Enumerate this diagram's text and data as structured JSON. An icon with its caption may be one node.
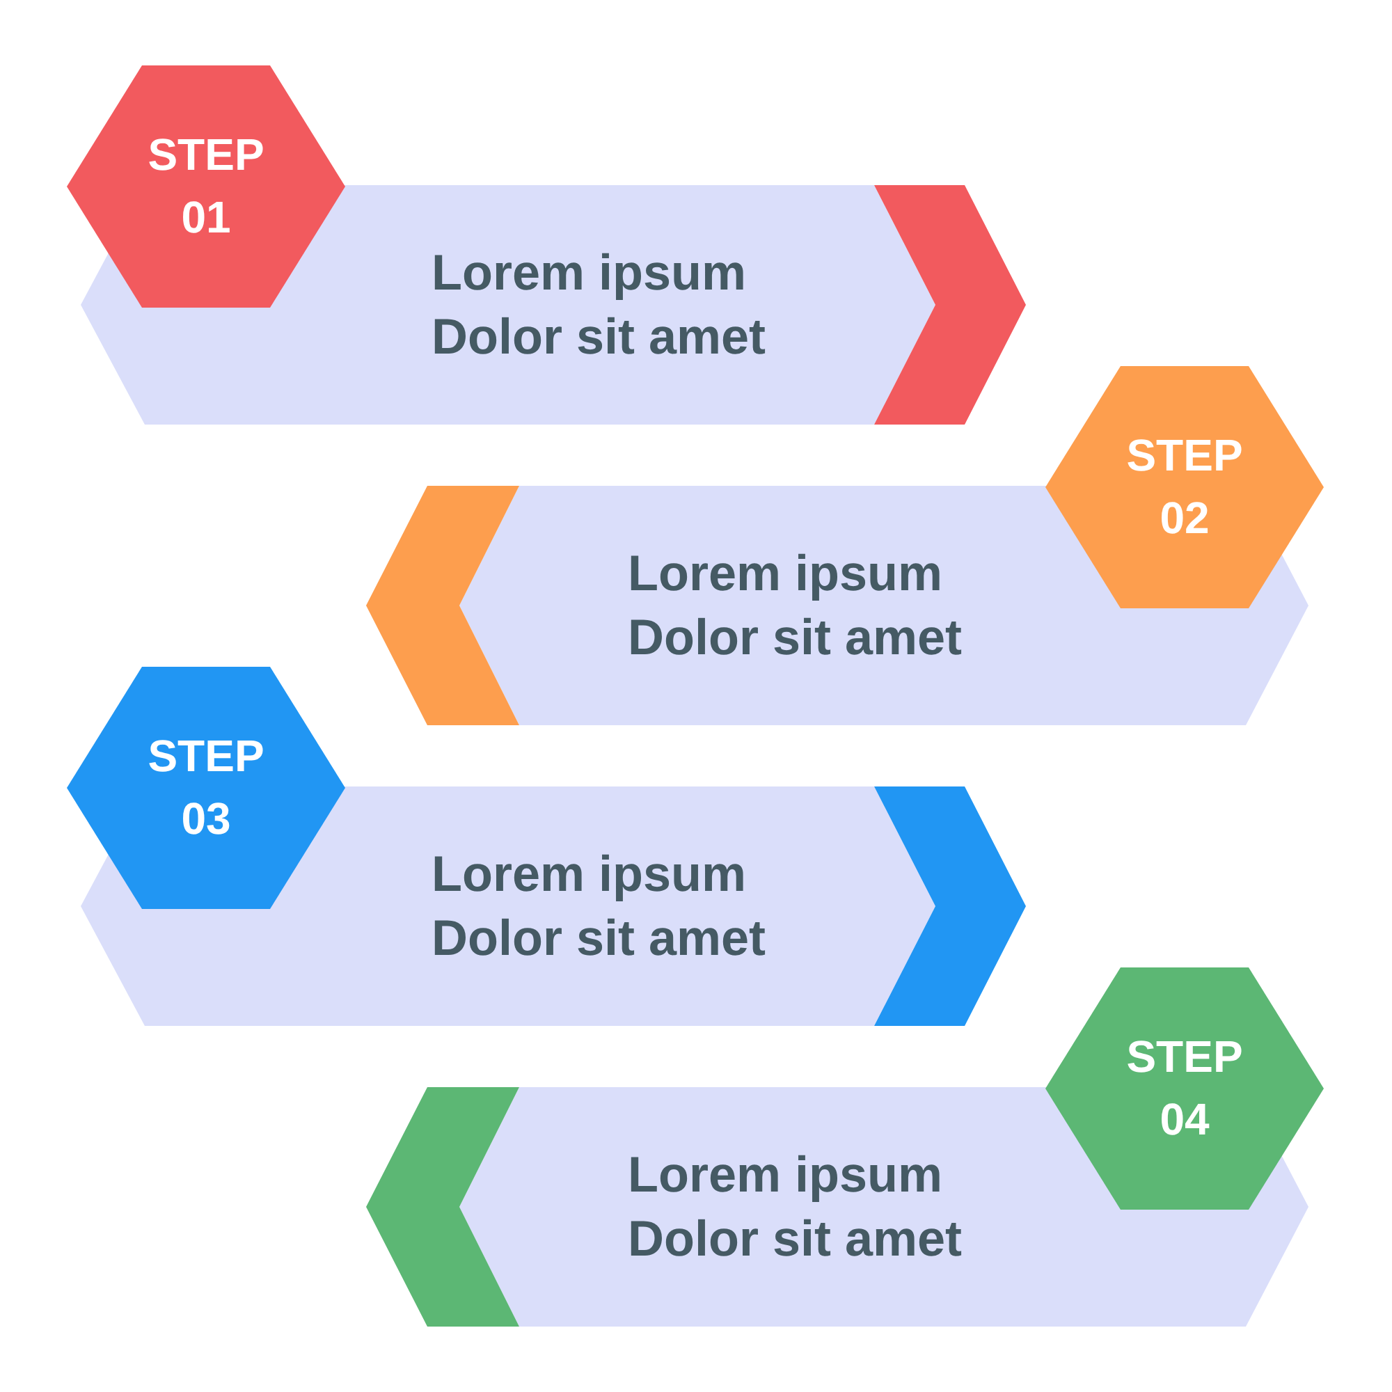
{
  "diagram": {
    "nodes": [
      {
        "text": [
          "STEP 01"
        ]
      },
      {
        "text": [
          "Lorem ipsum Dolor sit amet"
        ]
      },
      {
        "text": [
          "STEP 02"
        ]
      },
      {
        "text": [
          "Lorem ipsum Dolor sit amet"
        ]
      },
      {
        "text": [
          "STEP 03"
        ]
      },
      {
        "text": [
          "Lorem ipsum Dolor sit amet"
        ]
      },
      {
        "text": [
          "STEP 04"
        ]
      },
      {
        "text": [
          "Lorem ipsum Dolor sit amet"
        ]
      }
    ]
  }
}
